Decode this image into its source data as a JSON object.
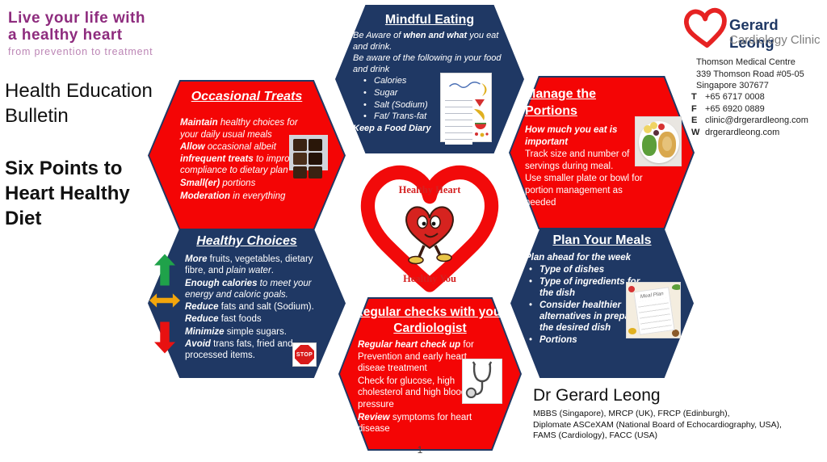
{
  "brand": {
    "line1": "Live your life with",
    "line2": "a healthy heart",
    "tagline": "from prevention to treatment"
  },
  "headlines": {
    "bulletin": "Health Education Bulletin",
    "topic": "Six Points to Heart Healthy Diet"
  },
  "clinic": {
    "name": "Gerard Leong",
    "subtitle": "Cardiology Clinic",
    "address": [
      "Thomson Medical Centre",
      "339 Thomson Road #05-05",
      "Singapore 307677"
    ],
    "contacts": [
      {
        "label": "T",
        "value": "+65 6717 0008"
      },
      {
        "label": "F",
        "value": "+65 6920 0889"
      },
      {
        "label": "E",
        "value": "clinic@drgerardleong.com"
      },
      {
        "label": "W",
        "value": "drgerardleong.com"
      }
    ]
  },
  "hexagons": {
    "mindful_eating": {
      "title": "Mindful Eating",
      "body": [
        {
          "seg": [
            [
              "i",
              "Be Aware of  "
            ],
            [
              "bi",
              "when and what"
            ],
            [
              "i",
              " you eat and drink."
            ]
          ]
        },
        {
          "seg": [
            [
              "i",
              "Be aware of the following in your food and drink"
            ]
          ]
        },
        {
          "bullet": true,
          "seg": [
            [
              "i",
              "Calories"
            ]
          ]
        },
        {
          "bullet": true,
          "seg": [
            [
              "i",
              "Sugar"
            ]
          ]
        },
        {
          "bullet": true,
          "seg": [
            [
              "i",
              "Salt (Sodium)"
            ]
          ]
        },
        {
          "bullet": true,
          "seg": [
            [
              "i",
              "Fat/ Trans-fat"
            ]
          ]
        },
        {
          "seg": [
            [
              "bi",
              "Keep a Food Diary"
            ]
          ]
        }
      ]
    },
    "occasional_treats": {
      "title": "Occasional Treats",
      "body": [
        {
          "seg": [
            [
              "bi",
              "Maintain"
            ],
            [
              "i",
              " healthy choices for your daily usual meals"
            ]
          ]
        },
        {
          "seg": [
            [
              "bi",
              "Allow"
            ],
            [
              "i",
              " occasional albeit "
            ],
            [
              "bi",
              "infrequent treats"
            ],
            [
              "i",
              " to improve compliance to dietary plan"
            ]
          ]
        },
        {
          "seg": [
            [
              "bi",
              "Small(er)"
            ],
            [
              "i",
              "  portions"
            ]
          ]
        },
        {
          "seg": [
            [
              "bi",
              "Moderation"
            ],
            [
              "i",
              " in everything"
            ]
          ]
        }
      ]
    },
    "manage_portions": {
      "title": "Manage the Portions",
      "body": [
        {
          "seg": [
            [
              "bi",
              "How much you eat is important"
            ]
          ]
        },
        {
          "seg": [
            [
              "",
              "Track size and number of servings during meal."
            ]
          ]
        },
        {
          "seg": [
            [
              "",
              "Use smaller plate or bowl for portion management as needed"
            ]
          ]
        }
      ]
    },
    "healthy_choices": {
      "title": "Healthy Choices",
      "body": [
        {
          "seg": [
            [
              "bi",
              "More"
            ],
            [
              "",
              " fruits, vegetables, dietary fibre, and "
            ],
            [
              "i",
              "plain water"
            ],
            [
              "",
              "."
            ]
          ]
        },
        {
          "seg": [
            [
              "bi",
              "Enough calories"
            ],
            [
              "i",
              " to meet your energy and caloric goals."
            ]
          ]
        },
        {
          "seg": [
            [
              "bi",
              "Reduce"
            ],
            [
              "",
              " fats and salt (Sodium)."
            ]
          ]
        },
        {
          "seg": [
            [
              "bi",
              "Reduce"
            ],
            [
              "",
              " fast foods"
            ]
          ]
        },
        {
          "seg": [
            [
              "bi",
              "Minimize"
            ],
            [
              "",
              " simple sugars."
            ]
          ]
        },
        {
          "seg": [
            [
              "bi",
              "Avoid"
            ],
            [
              "",
              " trans fats, fried and processed items."
            ]
          ]
        }
      ]
    },
    "plan_your_meals": {
      "title": "Plan Your Meals",
      "body": [
        {
          "seg": [
            [
              "bi",
              "Plan ahead for the week"
            ]
          ]
        },
        {
          "bullet": true,
          "seg": [
            [
              "bi",
              "Type of dishes"
            ]
          ]
        },
        {
          "bullet": true,
          "seg": [
            [
              "bi",
              "Type of ingredients for the dish"
            ]
          ]
        },
        {
          "bullet": true,
          "seg": [
            [
              "bi",
              "Consider healthier alternatives in preparing the desired dish"
            ]
          ]
        },
        {
          "bullet": true,
          "seg": [
            [
              "bi",
              "Portions"
            ]
          ]
        }
      ]
    },
    "regular_checks": {
      "title": "Regular checks with your Cardiologist",
      "body": [
        {
          "seg": [
            [
              "bi",
              "Regular heart check up"
            ],
            [
              "",
              " for Prevention and early heart diseae treatment"
            ]
          ]
        },
        {
          "seg": [
            [
              "",
              "Check for glucose, high cholesterol and high blood pressure"
            ]
          ]
        },
        {
          "seg": [
            [
              "bi",
              "Review"
            ],
            [
              "",
              " symptoms for heart disease"
            ]
          ]
        }
      ]
    }
  },
  "center": {
    "top_label": "Healthy Heart",
    "bottom_label": "Healthy You"
  },
  "doctor": {
    "name": "Dr Gerard Leong",
    "credentials": [
      "MBBS (Singapore), MRCP (UK), FRCP (Edinburgh),",
      "Diplomate ASCeXAM (National Board of Echocardiography, USA),",
      "FAMS (Cardiology), FACC (USA)"
    ]
  },
  "icons": {
    "stop_sign_label": "STOP",
    "meal_plan_label": "Meal Plan",
    "clinic_logo": "red-heart-outline",
    "center_heart": "red-heart-outline-large",
    "heart_character": "walking-heart-cartoon",
    "up_arrow": "green-increase-arrow",
    "double_arrow": "orange-balance-arrow",
    "down_arrow": "red-decrease-arrow",
    "food_diary": "food-diary-checklist-photo",
    "brownies": "chocolate-treats-photo",
    "plate": "healthy-meal-plate-photo",
    "meal_plan": "meal-plan-notepad-photo",
    "stethoscope": "stethoscope-drawing"
  },
  "page": {
    "number": "1"
  },
  "colors": {
    "navy": "#1F3864",
    "red": "#F40505",
    "brand_purple": "#8E2C7E",
    "brand_pink": "#BC85B5",
    "green_arrow": "#1FA24A",
    "orange_arrow": "#F2A50C",
    "red_arrow": "#E81111",
    "heart_red": "#E62222"
  }
}
